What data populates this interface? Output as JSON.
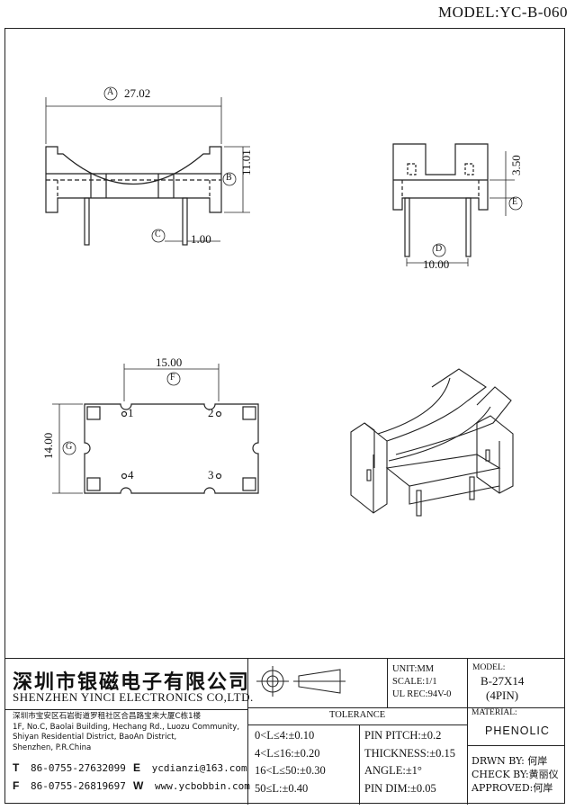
{
  "header": {
    "model": "MODEL:YC-B-060"
  },
  "dims": {
    "a_label": "A",
    "a_value": "27.02",
    "b_label": "B",
    "b_value": "11.01",
    "c_label": "C",
    "c_value": "1.00",
    "d_label": "D",
    "d_value": "10.00",
    "e_label": "E",
    "e_value": "3.50",
    "f_label": "F",
    "f_value": "15.00",
    "g_label": "G",
    "g_value": "14.00"
  },
  "pins": [
    "1",
    "2",
    "3",
    "4"
  ],
  "company": {
    "name_cn": "深圳市银磁电子有限公司",
    "name_en": "SHENZHEN YINCI ELECTRONICS CO,LTD.",
    "address": [
      "深圳市宝安区石岩街道罗租社区合昌路宝来大厦C栋1楼",
      "1F, No.C, Baolai Building, Hechang Rd., Luozu Community,",
      "Shiyan Residential District, BaoAn District,",
      "Shenzhen, P.R.China"
    ],
    "tel_label": "T",
    "tel": "86-0755-27632099",
    "fax_label": "F",
    "fax": "86-0755-26819697",
    "email_label": "E",
    "email": "ycdianzi@163.com",
    "web_label": "W",
    "web": "www.ycbobbin.com"
  },
  "specs": {
    "unit": "UNIT:MM",
    "scale": "SCALE:1/1",
    "ul": "UL REC:94V-0",
    "model_label": "MODEL:",
    "model_value": "B-27X14",
    "model_pins": "(4PIN)"
  },
  "tolerance": {
    "title": "TOLERANCE",
    "left": [
      "0<L≤4:±0.10",
      "4<L≤16:±0.20",
      "16<L≤50:±0.30",
      "50≤L:±0.40"
    ],
    "right": [
      "PIN PITCH:±0.2",
      "THICKNESS:±0.15",
      "ANGLE:±1°",
      "PIN DIM:±0.05"
    ]
  },
  "material": {
    "label": "MATERIAL:",
    "value": "PHENOLIC"
  },
  "signoff": {
    "drawn": "DRWN BY: 何岸",
    "check": "CHECK BY:黄丽仪",
    "approved": "APPROVED:何岸"
  }
}
